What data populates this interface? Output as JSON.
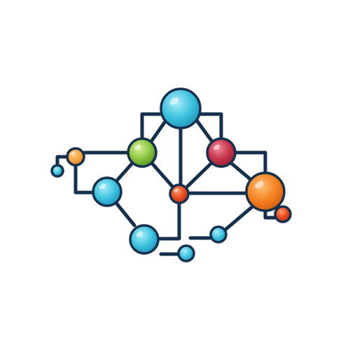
{
  "diagram": {
    "kind": "network-graph-icon",
    "colors": {
      "outline": "#15304d",
      "background": "#ffffff",
      "cyan": "#3ec3e0",
      "green": "#8cc63e",
      "red": "#c8344b",
      "orange": "#f58220",
      "orange_small": "#f4a13a",
      "red_orange": "#e84a1e"
    },
    "nodes": [
      {
        "id": "top-hub",
        "color": "cyan"
      },
      {
        "id": "green-node",
        "color": "green"
      },
      {
        "id": "red-node",
        "color": "red"
      },
      {
        "id": "center-node",
        "color": "red_orange"
      },
      {
        "id": "left-cyan-node",
        "color": "cyan"
      },
      {
        "id": "bottom-cyan-node",
        "color": "cyan"
      },
      {
        "id": "orange-node",
        "color": "orange"
      },
      {
        "id": "left-orange-small-node",
        "color": "orange_small"
      },
      {
        "id": "left-tiny-cyan-node",
        "color": "cyan"
      },
      {
        "id": "right-orange-small-node",
        "color": "red_orange"
      },
      {
        "id": "bottom-small-cyan-node",
        "color": "cyan"
      },
      {
        "id": "bottom-tiny-cyan-node",
        "color": "cyan"
      }
    ]
  }
}
